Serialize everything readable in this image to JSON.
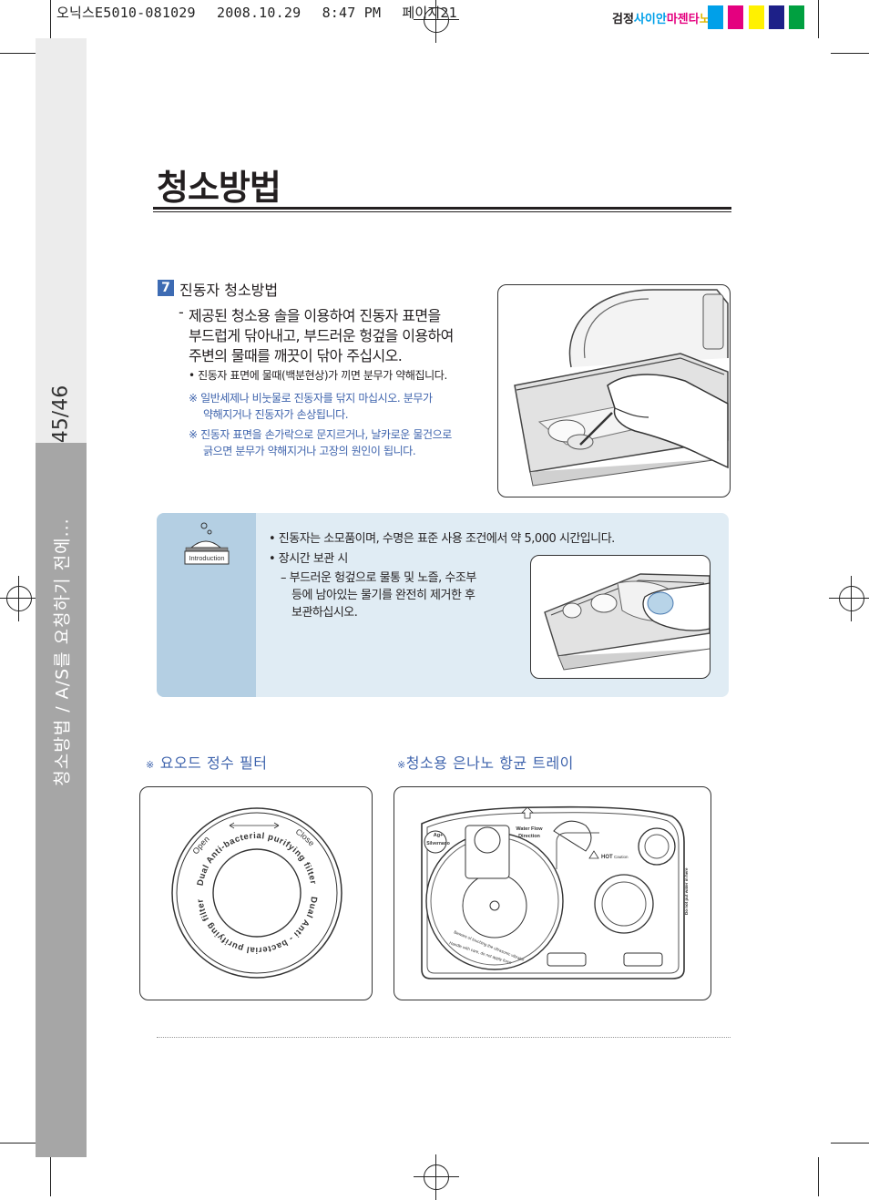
{
  "print_header": {
    "file": "오닉스E5010-081029",
    "date": "2008.10.29",
    "time": "8:47 PM",
    "page": "페이지21"
  },
  "color_bar": {
    "labels": [
      "검정",
      "사이안",
      "마젠타",
      "노랑"
    ],
    "label_colors": [
      "#231f20",
      "#00a0e9",
      "#e4007f",
      "#f0c800"
    ],
    "swatches": [
      "#00a0e9",
      "#e4007f",
      "#fff100",
      "#1d2088",
      "#00a040"
    ]
  },
  "side_tab": {
    "page_number": "45/46",
    "section_title": "청소방법 / A/S를 요청하기 전에..."
  },
  "title": "청소방법",
  "section7": {
    "number": "7",
    "heading": "진동자 청소방법",
    "dash": "-",
    "main_lines": [
      "제공된 청소용 솔을 이용하여 진동자 표면을",
      "부드럽게 닦아내고, 부드러운 헝겊을 이용하여",
      "주변의 물때를 깨끗이 닦아 주십시오."
    ],
    "bullet": "• 진동자 표면에 물때(백분현상)가 끼면 분무가 약해집니다.",
    "cautions": [
      "※  일반세제나 비눗물로 진동자를 닦지 마십시오. 분무가",
      "약해지거나 진동자가 손상됩니다.",
      "※  진동자 표면을 손가락으로 문지르거나, 날카로운 물건으로",
      "긁으면 분무가 약해지거나 고장의 원인이 됩니다."
    ]
  },
  "note": {
    "badge_label": "Introduction",
    "lines": [
      "•  진동자는 소모품이며, 수명은 표준 사용 조건에서 약 5,000 시간입니다.",
      "•  장시간 보관 시",
      "–  부드러운 헝겊으로 물통 및 노즐, 수조부",
      "등에 남아있는 물기를 완전히 제거한 후",
      "보관하십시오."
    ]
  },
  "filter_section": {
    "mark": "※",
    "label": "요오드 정수 필터",
    "ring_text": {
      "open": "Open",
      "close": "Close",
      "top_arc": "Dual Anti-bacterial purifying filter",
      "bottom_arc": "Dual Anti - bacterial purifying filter"
    }
  },
  "tray_section": {
    "mark": "※",
    "label": "청소용 은나노 항균 트레이",
    "tray_text": {
      "ag": "Ag+",
      "silvernano": "Silvernano",
      "water_flow": "Water Flow",
      "direction": "Direction",
      "hot": "HOT",
      "caution": "Caution",
      "side_warning": "Do not put water in here",
      "arc_text_1": "Beware of touching the ultrasonic vibrator",
      "arc_text_2": "Handle with care, do not apply force"
    }
  }
}
